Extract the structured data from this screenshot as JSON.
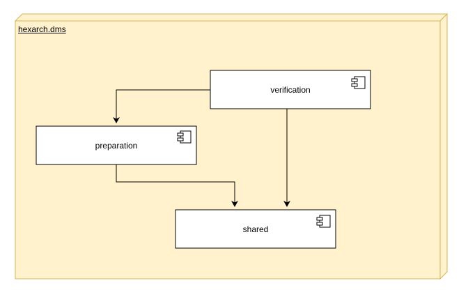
{
  "diagram": {
    "package": {
      "name": "hexarch.dms"
    },
    "components": [
      {
        "id": "verification",
        "label": "verification",
        "icon": "component-icon"
      },
      {
        "id": "preparation",
        "label": "preparation",
        "icon": "component-icon"
      },
      {
        "id": "shared",
        "label": "shared",
        "icon": "component-icon"
      }
    ],
    "dependencies": [
      {
        "from": "verification",
        "to": "preparation"
      },
      {
        "from": "verification",
        "to": "shared"
      },
      {
        "from": "preparation",
        "to": "shared"
      }
    ],
    "colors": {
      "package_fill": "#FFF2CC",
      "package_stroke": "#D6B656",
      "component_fill": "#FFFFFF",
      "line": "#000000"
    }
  }
}
